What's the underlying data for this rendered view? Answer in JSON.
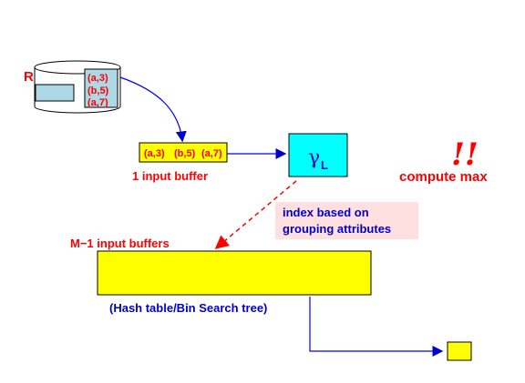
{
  "colors": {
    "red": "#ff0000",
    "blue": "#0000cc",
    "yellow": "#ffff00",
    "cyan": "#00ffff",
    "light_blue": "#add8e6",
    "pink": "#ffe0e0",
    "black": "#000000"
  },
  "relation": {
    "label": "R",
    "tuples": [
      "(a,3)",
      "(b,5)",
      "(a,7)"
    ]
  },
  "input_buffer": {
    "tuples": [
      "(a,3)",
      "(b,5)",
      "(a,7)"
    ],
    "label": "1 input buffer"
  },
  "operator": {
    "symbol": "γ",
    "subscript": "L"
  },
  "annotation": {
    "marks": "!!",
    "text": "compute max"
  },
  "index_note": {
    "line1": "index based on",
    "line2": "grouping attributes"
  },
  "memory_buffers": {
    "label": "M−1 input buffers",
    "caption": "(Hash table/Bin Search tree)"
  }
}
